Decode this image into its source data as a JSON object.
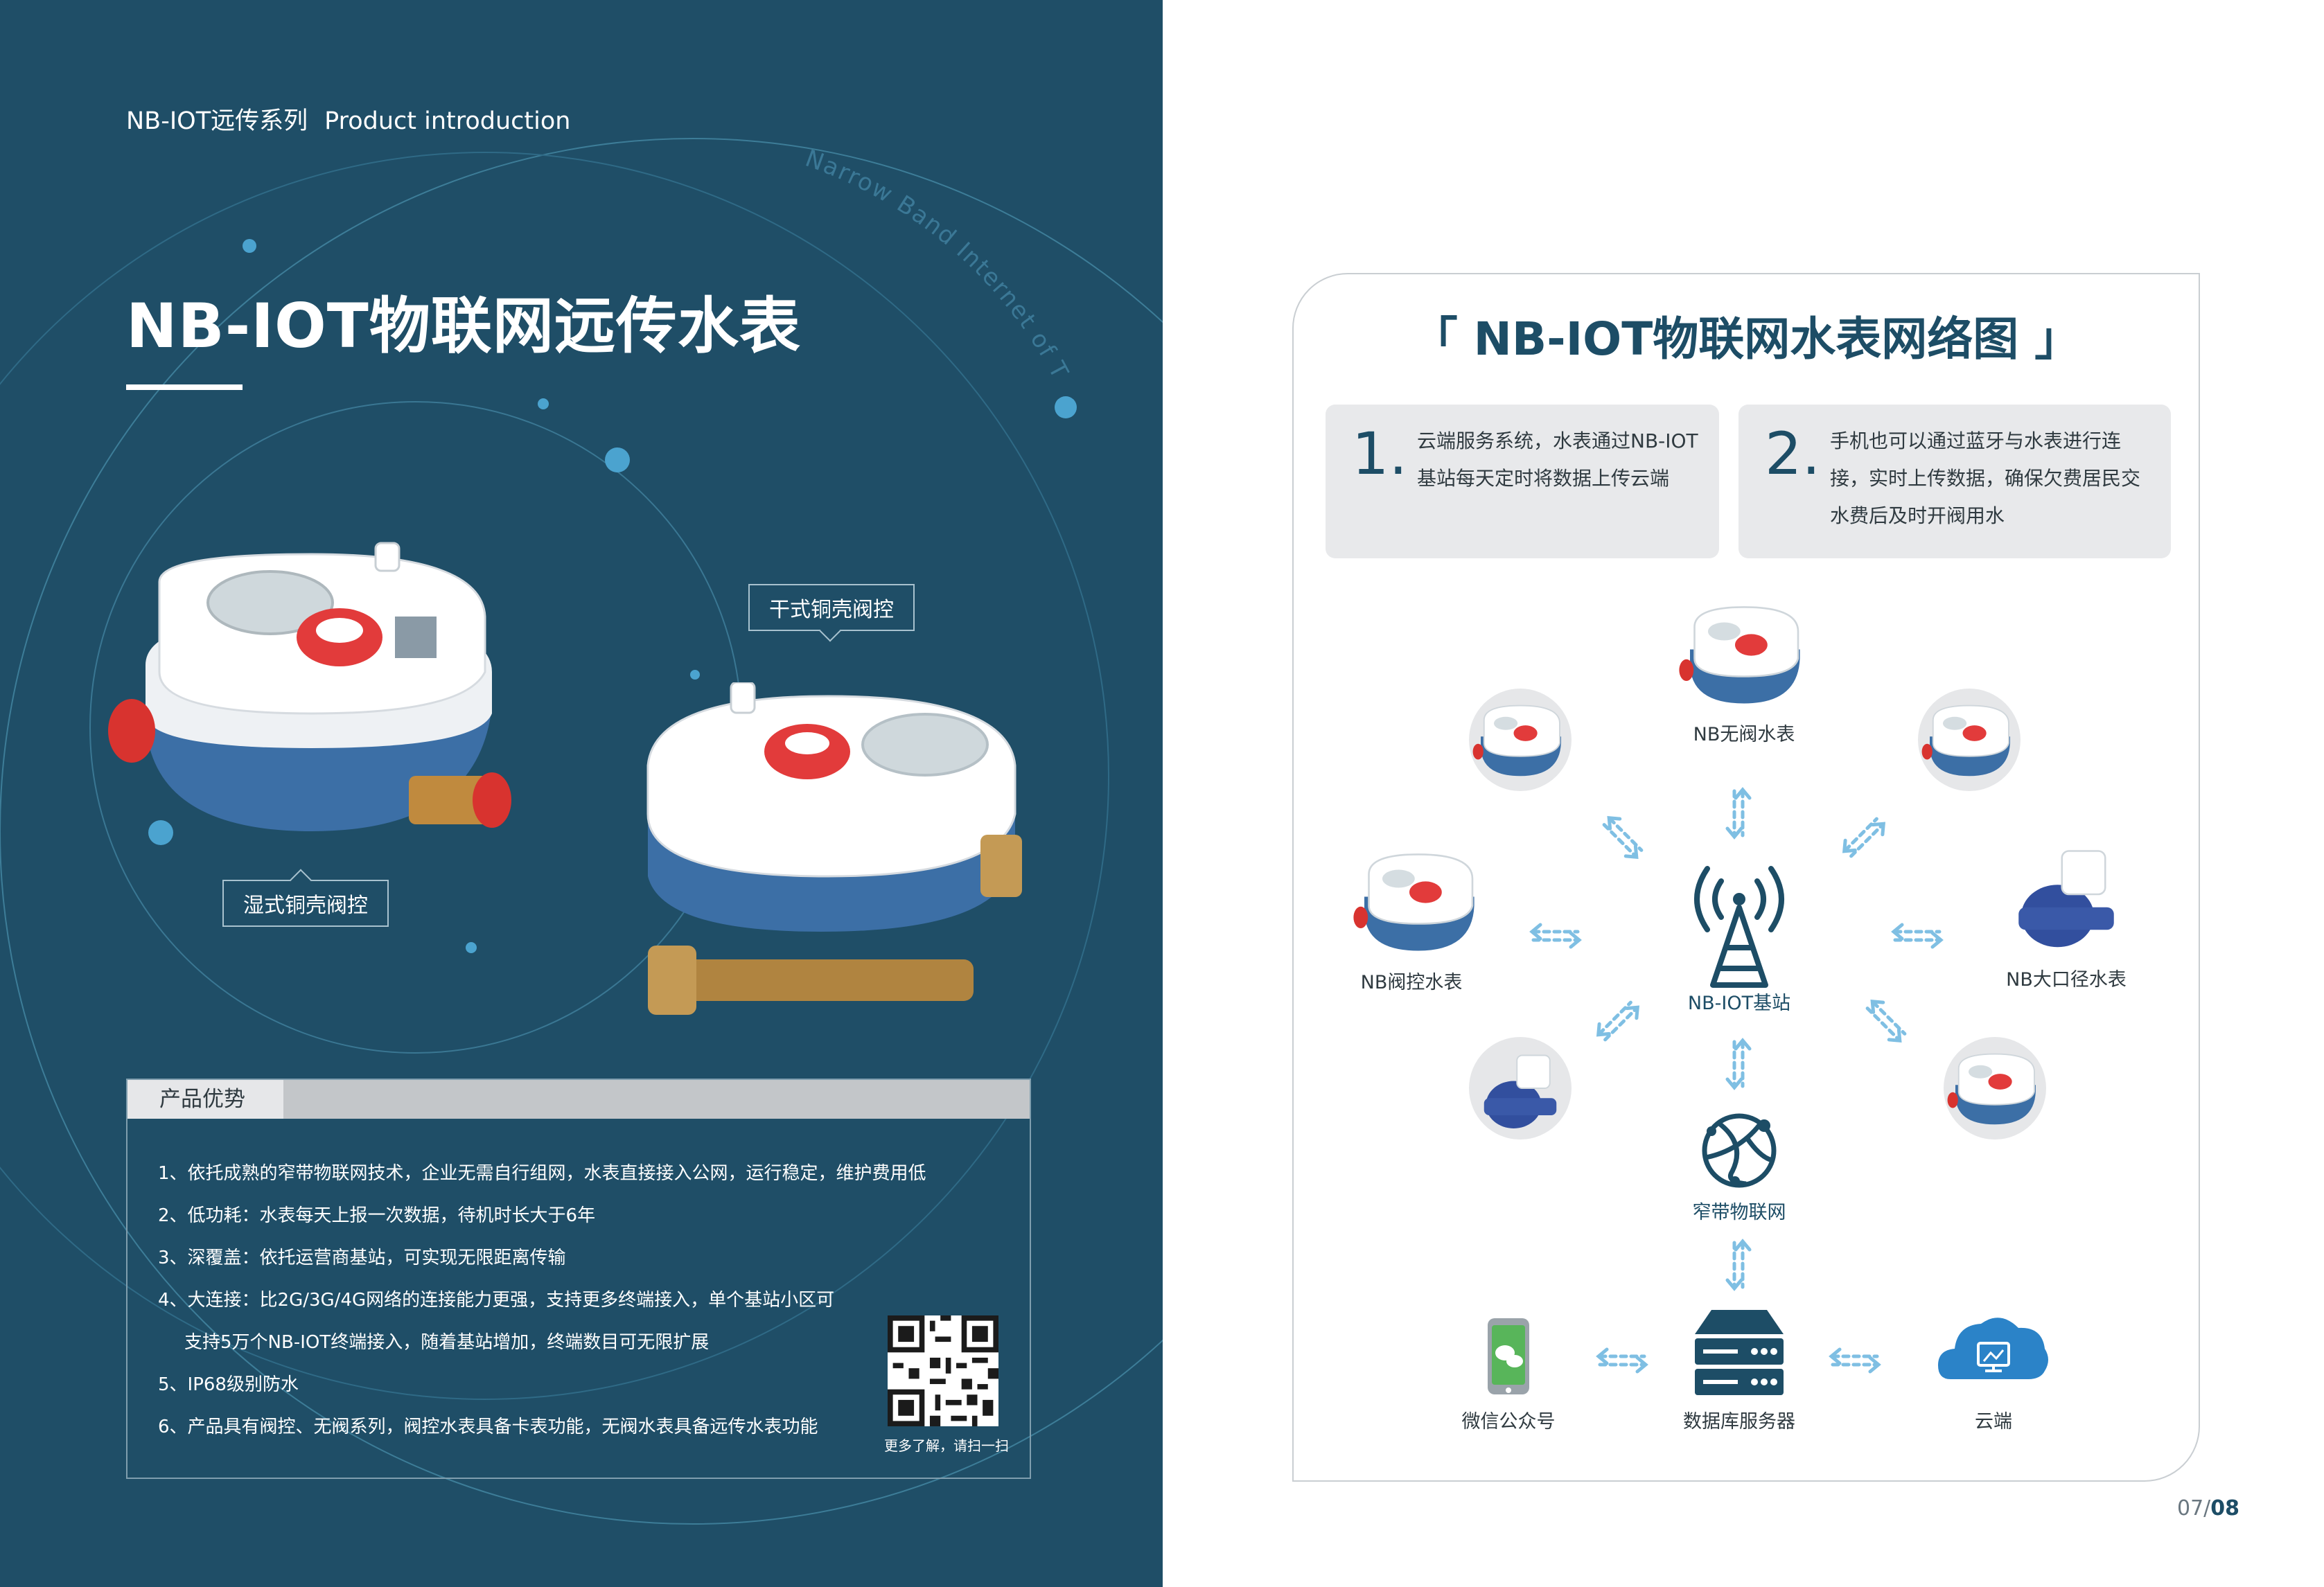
{
  "header": {
    "series_cn": "NB-IOT远传系列",
    "series_en": "Product introduction"
  },
  "main_title": "NB-IOT物联网远传水表",
  "arc_text": "Narrow Band Internet of Things",
  "callouts": {
    "wet": "湿式铜壳阀控",
    "dry": "干式铜壳阀控"
  },
  "advantages": {
    "tab": "产品优势",
    "items": [
      "1、依托成熟的窄带物联网技术，企业无需自行组网，水表直接接入公网，运行稳定，维护费用低",
      "2、低功耗：水表每天上报一次数据，待机时长大于6年",
      "3、深覆盖：依托运营商基站，可实现无限距离传输",
      "4、大连接：比2G/3G/4G网络的连接能力更强，支持更多终端接入，单个基站小区可",
      "支持5万个NB-IOT终端接入，随着基站增加，终端数目可无限扩展",
      "5、IP68级别防水",
      "6、产品具有阀控、无阀系列，阀控水表具备卡表功能，无阀水表具备远传水表功能"
    ],
    "qr_caption": "更多了解，请扫一扫"
  },
  "network": {
    "title": "「 NB-IOT物联网水表网络图 」",
    "cards": [
      {
        "num": "1.",
        "text": "云端服务系统，水表通过NB-IOT基站每天定时将数据上传云端"
      },
      {
        "num": "2.",
        "text": "手机也可以通过蓝牙与水表进行连接，实时上传数据，确保欠费居民交水费后及时开阀用水"
      }
    ],
    "nodes": {
      "top": "NB无阀水表",
      "left": "NB阀控水表",
      "right": "NB大口径水表",
      "center": "NB-IOT基站",
      "narrowband": "窄带物联网",
      "wechat": "微信公众号",
      "server": "数据库服务器",
      "cloud": "云端"
    }
  },
  "page_number": {
    "current": "07/",
    "next": "08"
  },
  "colors": {
    "navy": "#1f4e67",
    "accent_red": "#e23b3b",
    "arrow_blue": "#7fbfe3",
    "title_blue": "#1d4d66"
  }
}
